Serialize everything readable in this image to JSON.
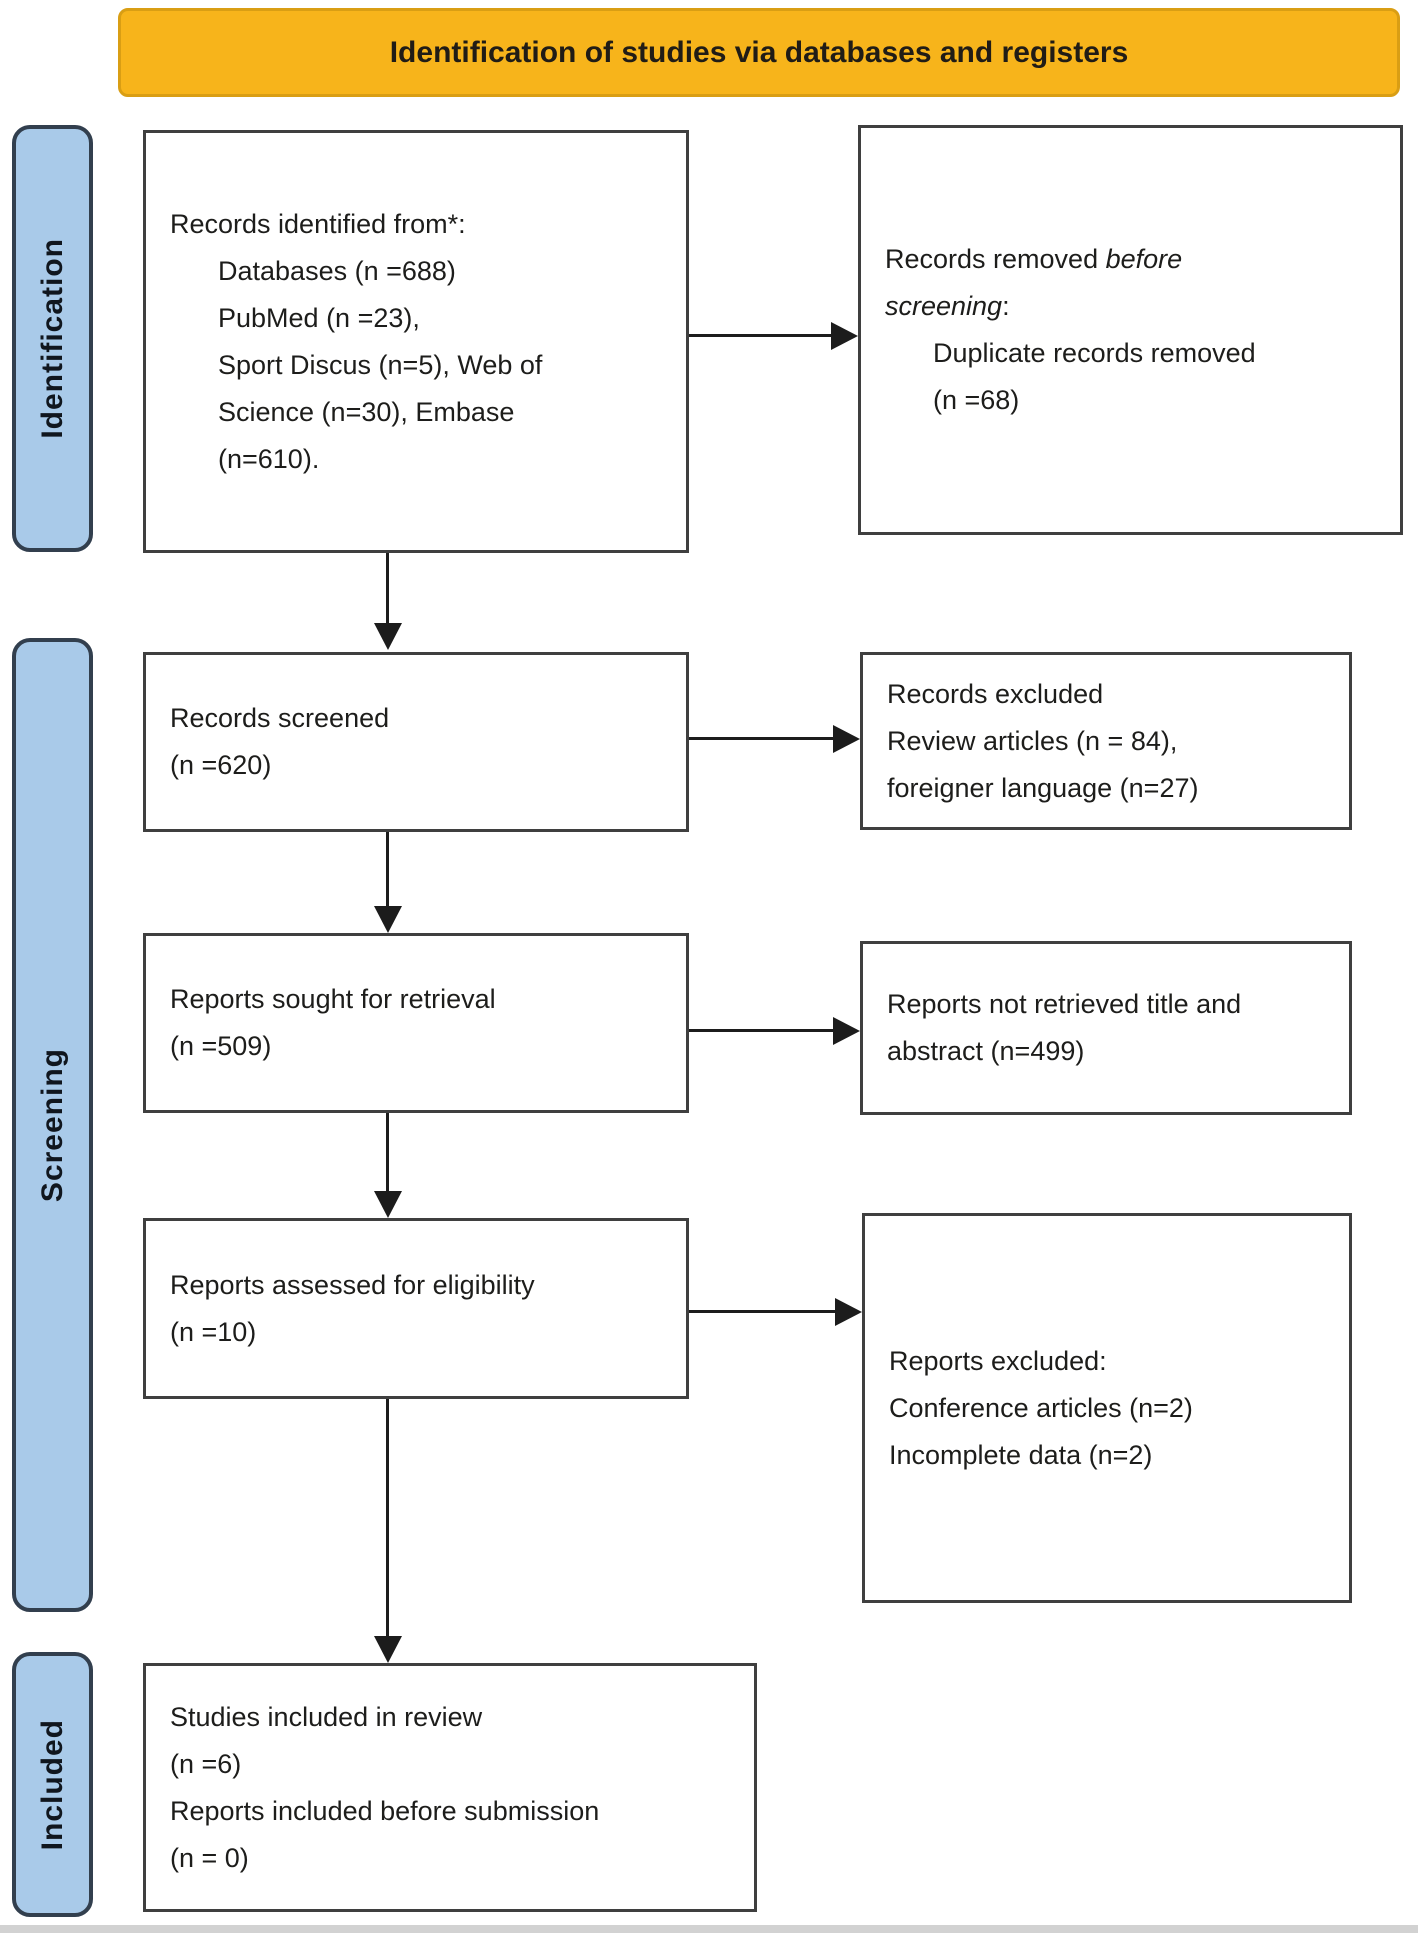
{
  "banner": {
    "title": "Identification of studies via databases and registers"
  },
  "side_labels": {
    "identification": "Identification",
    "screening": "Screening",
    "included": "Included"
  },
  "boxes": {
    "records_identified": {
      "title": "Records identified from*:",
      "lines": [
        "Databases (n =688)",
        "PubMed (n =23),",
        "Sport Discus (n=5), Web of",
        "Science (n=30), Embase",
        "(n=610)."
      ]
    },
    "records_removed": {
      "line1_normal": "Records removed ",
      "line1_italic": "before",
      "line2_italic": "screening",
      "line2_suffix": ":",
      "lines": [
        "Duplicate records removed",
        "(n =68)"
      ]
    },
    "records_screened": {
      "lines": [
        "Records screened",
        "(n =620)"
      ]
    },
    "records_excluded": {
      "lines": [
        "Records excluded",
        "Review articles (n = 84),",
        "foreigner language (n=27)"
      ]
    },
    "reports_sought": {
      "lines": [
        "Reports sought for retrieval",
        "(n =509)"
      ]
    },
    "reports_not_retrieved": {
      "lines": [
        "Reports not retrieved title and",
        "abstract (n=499)"
      ]
    },
    "reports_assessed": {
      "lines": [
        "Reports assessed for eligibility",
        "(n =10)"
      ]
    },
    "reports_excluded": {
      "lines": [
        "Reports excluded:",
        "Conference articles (n=2)",
        "Incomplete data (n=2)"
      ]
    },
    "studies_included": {
      "lines": [
        "Studies included in review",
        "(n =6)",
        "Reports included before submission",
        "(n = 0)"
      ]
    }
  },
  "colors": {
    "banner_fill": "#F7B41B",
    "banner_border": "#D99E14",
    "label_fill": "#A9CAE9",
    "label_border": "#323F4E",
    "box_border": "#3F3F3F",
    "arrow": "#1C1C1C",
    "text": "#1D1D1B"
  }
}
